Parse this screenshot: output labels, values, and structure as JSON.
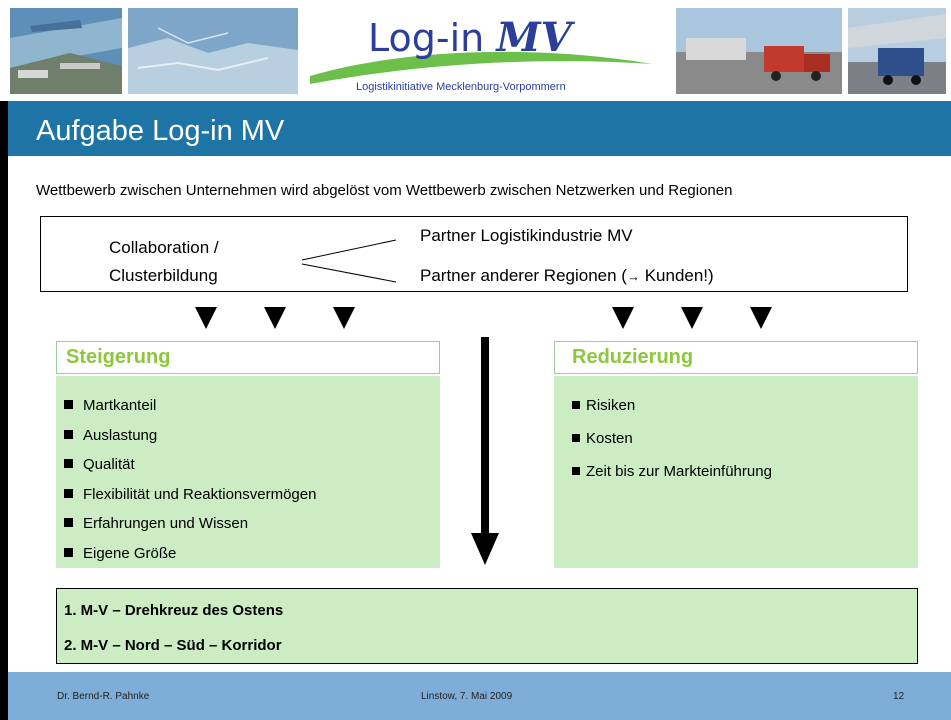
{
  "logo": {
    "word": "Log-in",
    "mv": "MV",
    "subtitle": "Logistikinitiative Mecklenburg-Vorpommern"
  },
  "title": "Aufgabe Log-in MV",
  "intro": "Wettbewerb zwischen Unternehmen wird abgelöst vom Wettbewerb zwischen Netzwerken und Regionen",
  "collab": {
    "label_line1": "Collaboration /",
    "label_line2": "Clusterbildung",
    "partner1": "Partner Logistikindustrie MV",
    "partner2_pre": "Partner anderer Regionen (",
    "partner2_arrow": "→",
    "partner2_post": " Kunden!)"
  },
  "steigerung": {
    "heading": "Steigerung",
    "items": [
      "Martkanteil",
      "Auslastung",
      "Qualität",
      "Flexibilität und  Reaktionsvermögen",
      "Erfahrungen und Wissen",
      "Eigene Größe"
    ]
  },
  "reduzierung": {
    "heading": "Reduzierung",
    "items": [
      "Risiken",
      "Kosten",
      "Zeit bis zur Markteinführung"
    ]
  },
  "goals": [
    "1. M-V – Drehkreuz des Ostens",
    "2. M-V – Nord – Süd – Korridor"
  ],
  "footer": {
    "author": "Dr. Bernd-R. Pahnke",
    "place_date": "Linstow, 7. Mai 2009",
    "page": "12"
  },
  "colors": {
    "title_bar": "#1f74a6",
    "footer_bar": "#7eaed8",
    "green_fill": "#ccecc4",
    "heading_green": "#8cc83c",
    "logo_blue": "#2b3f9a"
  }
}
